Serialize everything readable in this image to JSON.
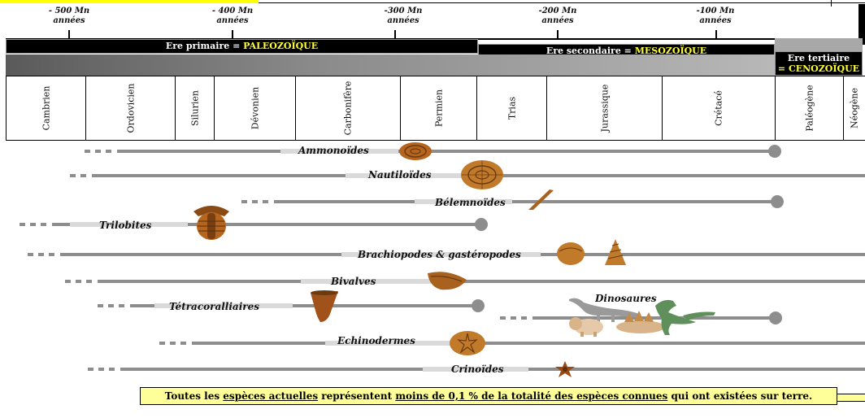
{
  "time_axis": {
    "labels": [
      {
        "line1": "- 500 Mn",
        "line2": "années"
      },
      {
        "line1": "- 400 Mn",
        "line2": "années"
      },
      {
        "line1": "-300 Mn",
        "line2": "années"
      },
      {
        "line1": "-200 Mn",
        "line2": "années"
      },
      {
        "line1": "-100 Mn",
        "line2": "années"
      }
    ]
  },
  "eras": {
    "primaire": {
      "prefix": "Ere primaire =",
      "name": "PALEOZOÏQUE"
    },
    "secondaire": {
      "prefix": "Ere secondaire =",
      "name": "MESOZOÏQUE"
    },
    "tertiaire": {
      "line1": "Ere tertiaire",
      "name": "= CENOZOÏQUE"
    }
  },
  "periods": [
    "Cambrien",
    "Ordovicien",
    "Silurien",
    "Dévonien",
    "Carbonifère",
    "Permien",
    "Trias",
    "Jurassique",
    "Crétacé",
    "Paléogène",
    "Néogène"
  ],
  "groups": [
    {
      "name": "Ammonoïdes"
    },
    {
      "name": "Nautiloïdes"
    },
    {
      "name": "Bélemnoïdes"
    },
    {
      "name": "Trilobites"
    },
    {
      "name": "Brachiopodes & gastéropodes"
    },
    {
      "name": "Bivalves"
    },
    {
      "name": "Tétracoralliaires"
    },
    {
      "name": "Dinosaures"
    },
    {
      "name": "Echinodermes"
    },
    {
      "name": "Crinoïdes"
    }
  ],
  "note": {
    "p1": "Toutes les",
    "u1": "espèces actuelles",
    "p2": "représentent",
    "u2": "moins de 0,1 % de la totalité des espèces connues",
    "p3": "qui ont existées sur terre."
  },
  "colors": {
    "era_bg": "#000000",
    "era_accent": "#ffff33",
    "note_bg": "#ffff99",
    "line": "#8d8d8d",
    "fossil": "#b5651d"
  }
}
